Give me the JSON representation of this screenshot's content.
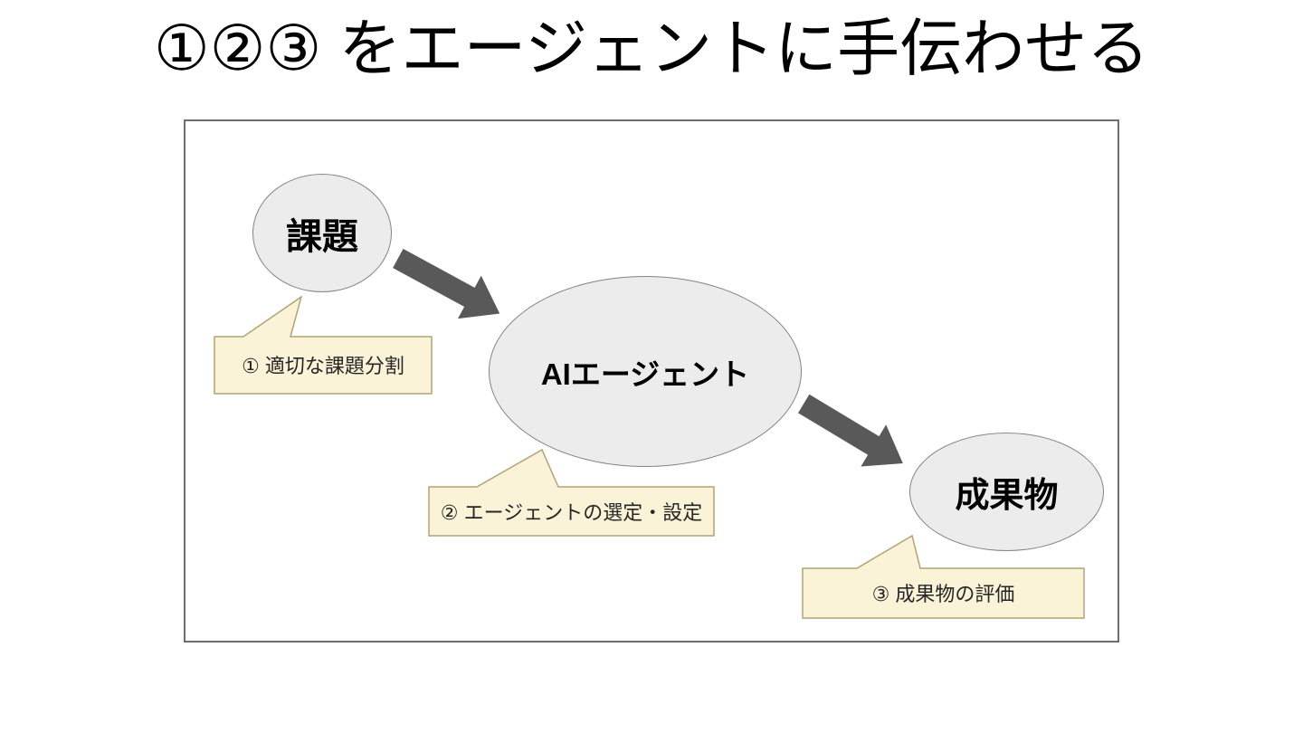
{
  "title": "①②③ をエージェントに手伝わせる",
  "diagram": {
    "nodes": [
      {
        "id": "task",
        "label": "課題"
      },
      {
        "id": "ai-agent",
        "label": "AIエージェント"
      },
      {
        "id": "deliverable",
        "label": "成果物"
      }
    ],
    "arrows": [
      {
        "id": "task-to-agent",
        "from": "task",
        "to": "ai-agent"
      },
      {
        "id": "agent-to-deliverable",
        "from": "ai-agent",
        "to": "deliverable"
      }
    ],
    "callouts": [
      {
        "id": "step1",
        "label": "① 適切な課題分割",
        "points_to": "task"
      },
      {
        "id": "step2",
        "label": "② エージェントの選定・設定",
        "points_to": "ai-agent"
      },
      {
        "id": "step3",
        "label": "③ 成果物の評価",
        "points_to": "deliverable"
      }
    ]
  },
  "colors": {
    "background": "#ffffff",
    "text": "#000000",
    "callout_text": "#262626",
    "node_fill": "#ececec",
    "node_stroke": "#848484",
    "arrow": "#595959",
    "callout_fill": "#faf3d8",
    "callout_stroke": "#b2a375",
    "frame_stroke": "#6e6e6e"
  }
}
